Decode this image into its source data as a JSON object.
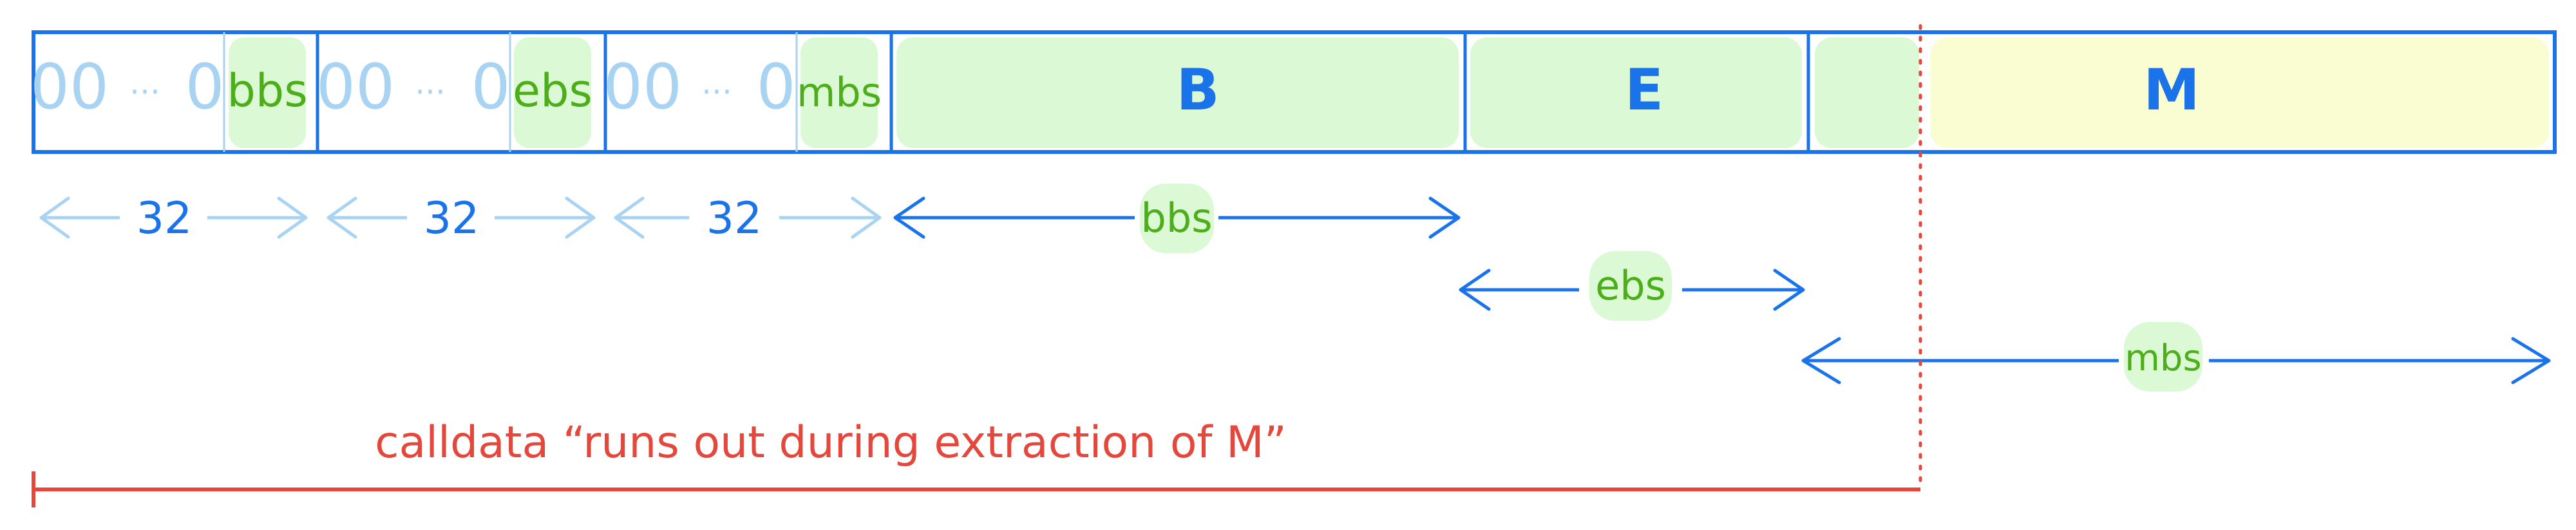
{
  "colors": {
    "frame": "#1a73e8",
    "faded": "#a9d3f2",
    "green_fill": "#dcf9d6",
    "green_text": "#4caf1a",
    "yellow_fill": "#fafcd2",
    "red": "#e4473c"
  },
  "header_segments": [
    {
      "zeros": "00",
      "dots": "···",
      "last": "0",
      "tag": "bbs"
    },
    {
      "zeros": "00",
      "dots": "···",
      "last": "0",
      "tag": "ebs"
    },
    {
      "zeros": "00",
      "dots": "···",
      "last": "0",
      "tag": "mbs"
    }
  ],
  "blocks": {
    "b": "B",
    "e": "E",
    "m": "M"
  },
  "spans": {
    "header_bbs": "32",
    "header_ebs": "32",
    "header_mbs": "32",
    "b_length": "bbs",
    "e_length": "ebs",
    "m_length": "mbs"
  },
  "note": "calldata “runs out during extraction of M”"
}
